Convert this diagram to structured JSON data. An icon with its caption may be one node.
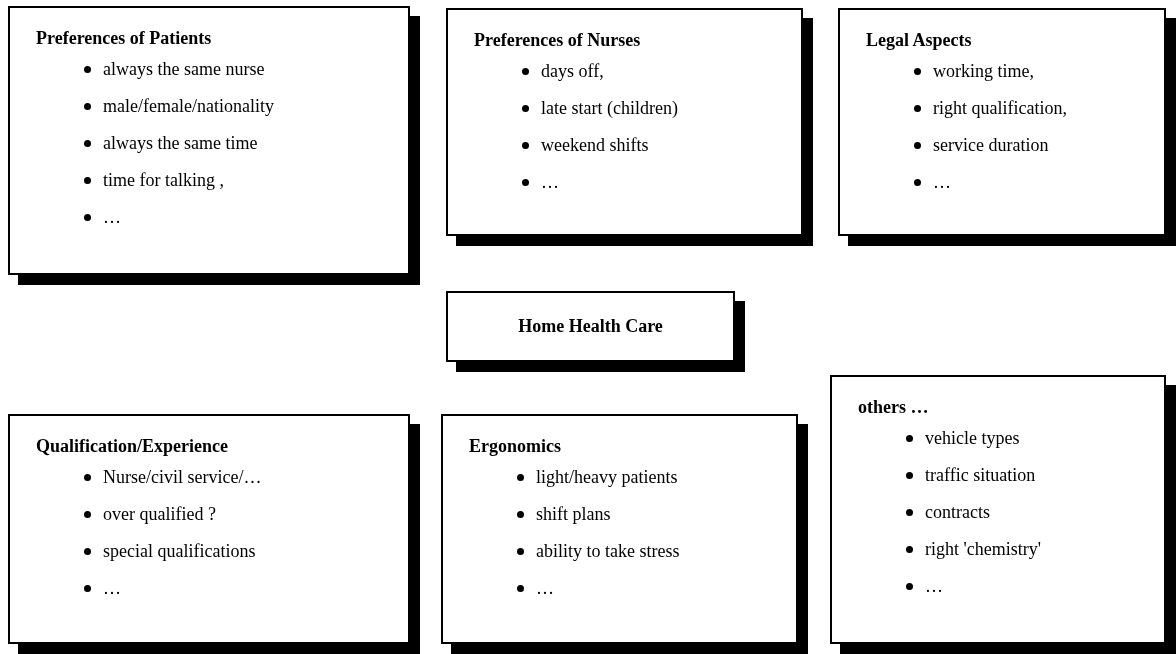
{
  "diagram": {
    "nodes": [
      {
        "text": [
          "Preferences of Patients",
          "always the same nurse",
          "male/female/nationality",
          "always the same time",
          "time for talking ,",
          "…"
        ]
      },
      {
        "text": [
          "Preferences of Nurses",
          "days off,",
          "late start (children)",
          "weekend shifts",
          "…"
        ]
      },
      {
        "text": [
          "Legal Aspects",
          "working time,",
          "right qualification,",
          "service duration",
          "…"
        ]
      },
      {
        "text": [
          "Home Health Care"
        ]
      },
      {
        "text": [
          "Qualification/Experience",
          "Nurse/civil service/…",
          "over qualified ?",
          "special qualifications",
          "…"
        ]
      },
      {
        "text": [
          "Ergonomics",
          "light/heavy patients",
          "shift plans",
          "ability to take stress",
          "…"
        ]
      },
      {
        "text": [
          "others …",
          "vehicle types",
          "traffic situation",
          "contracts",
          "right 'chemistry'",
          "…"
        ]
      }
    ]
  }
}
